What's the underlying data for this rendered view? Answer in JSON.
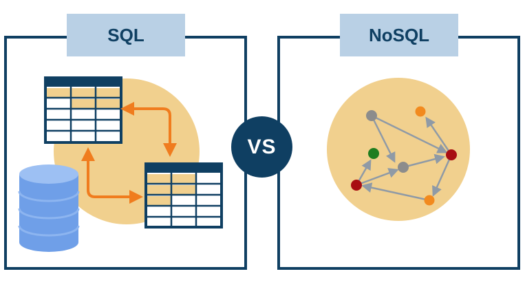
{
  "left_panel": {
    "title": "SQL",
    "icons": [
      "table-icon",
      "table-icon",
      "database-cylinder-icon",
      "bidirectional-arrow-icon"
    ]
  },
  "right_panel": {
    "title": "NoSQL",
    "icons": [
      "graph-network-icon"
    ]
  },
  "versus_label": "VS",
  "colors": {
    "frame": "#0f3f62",
    "title_bg": "#b9d0e5",
    "blob": "#f1d08e",
    "arrow_orange": "#f07c1e",
    "cylinder_blue": "#6f9fe8",
    "node_gray": "#8c8c8c",
    "node_orange": "#f28a1e",
    "node_red": "#a80d12",
    "node_green": "#1f7d1f",
    "edge_gray": "#8f9aa6"
  }
}
